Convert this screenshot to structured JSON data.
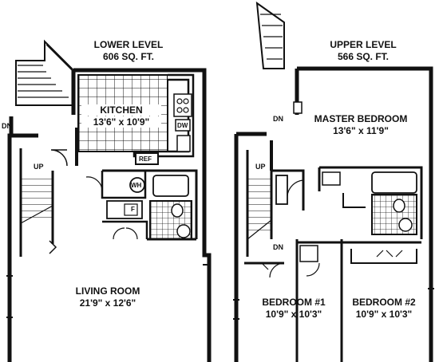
{
  "lower_level": {
    "title": "LOWER LEVEL",
    "area": "606 SQ. FT.",
    "rooms": {
      "kitchen": {
        "name": "KITCHEN",
        "size": "13'6\" x 10'9\""
      },
      "living_room": {
        "name": "LIVING ROOM",
        "size": "21'9\" x 12'6\""
      }
    },
    "marks": {
      "dn": "DN",
      "up": "UP"
    },
    "fixtures": {
      "refrigerator": "REF",
      "dishwasher": "DW",
      "water_heater": "WH",
      "furnace": "F"
    }
  },
  "upper_level": {
    "title": "UPPER LEVEL",
    "area": "566 SQ. FT.",
    "rooms": {
      "master_bedroom": {
        "name": "MASTER BEDROOM",
        "size": "13'6\" x 11'9\""
      },
      "bedroom_1": {
        "name": "BEDROOM #1",
        "size": "10'9\" x 10'3\""
      },
      "bedroom_2": {
        "name": "BEDROOM #2",
        "size": "10'9\" x 10'3\""
      }
    },
    "marks": {
      "dn_top": "DN",
      "up": "UP",
      "dn_mid": "DN"
    }
  },
  "colors": {
    "ink": "#111111",
    "paper": "#ffffff"
  }
}
